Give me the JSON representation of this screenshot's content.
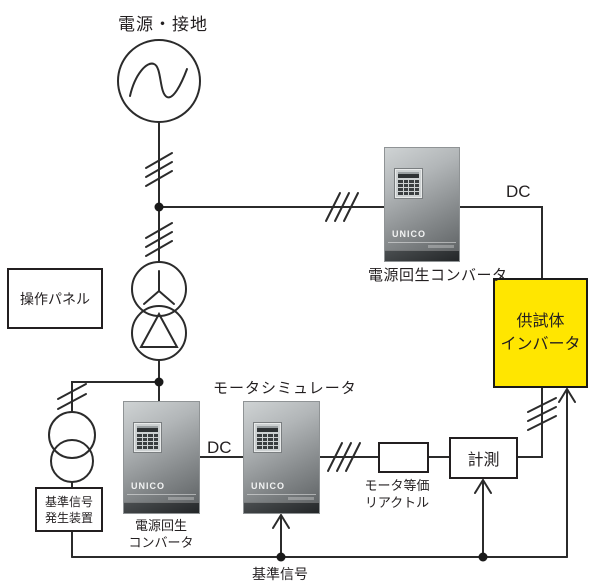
{
  "diagram": {
    "title": "電源・接地",
    "colors": {
      "dut_fill": "#ffe600",
      "wire": "#2b2b2b",
      "device_dark": "#55595b"
    },
    "labels": {
      "operation_panel": "操作パネル",
      "regen_converter_top": "電源回生コンバータ",
      "dc_top": "DC",
      "dut_line1": "供試体",
      "dut_line2": "インバータ",
      "motor_simulator": "モータシミュレータ",
      "dc_mid": "DC",
      "regen_converter_bottom_line1": "電源回生",
      "regen_converter_bottom_line2": "コンバータ",
      "reactor_line1": "モータ等価",
      "reactor_line2": "リアクトル",
      "measurement": "計測",
      "refgen_line1": "基準信号",
      "refgen_line2": "発生装置",
      "ref_signal": "基準信号"
    },
    "device": {
      "brand": "UNICO"
    }
  }
}
